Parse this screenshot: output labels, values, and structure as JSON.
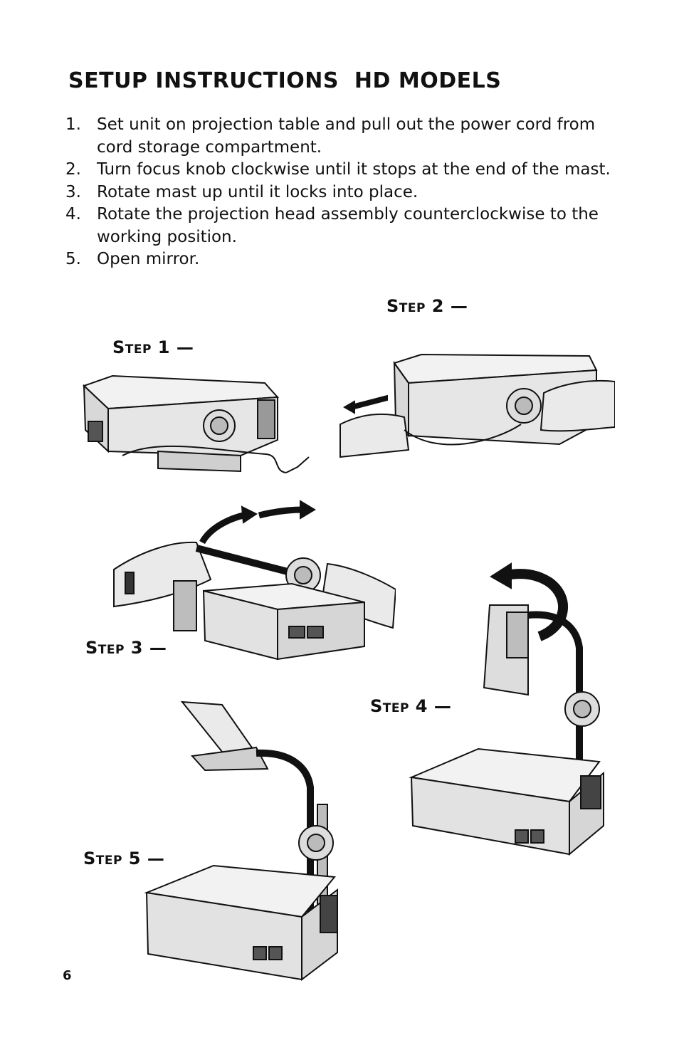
{
  "title": "SETUP INSTRUCTIONS  HD MODELS",
  "instructions": [
    {
      "num": "1.",
      "text": "Set unit on projection table and pull out the power cord from cord storage compartment."
    },
    {
      "num": "2.",
      "text": "Turn focus knob clockwise until it stops at the end of the mast."
    },
    {
      "num": "3.",
      "text": "Rotate mast up until it locks into place."
    },
    {
      "num": "4.",
      "text": "Rotate the projection head assembly counterclockwise to the working position."
    },
    {
      "num": "5.",
      "text": "Open mirror."
    }
  ],
  "step_labels": {
    "step1": "Step 1 —",
    "step2": "Step 2 —",
    "step3": "Step 3 —",
    "step4": "Step 4 —",
    "step5": "Step 5 —"
  },
  "illustrations": {
    "step1": "projector-with-power-cord",
    "step2": "pulling-power-cord-and-turning-knob",
    "step3": "rotating-mast-up",
    "step4": "rotating-projection-head",
    "step5": "opened-mirror-projector"
  },
  "page_number": "6",
  "colors": {
    "ink": "#111111",
    "paper": "#ffffff",
    "shade": "#d8d8d8"
  }
}
